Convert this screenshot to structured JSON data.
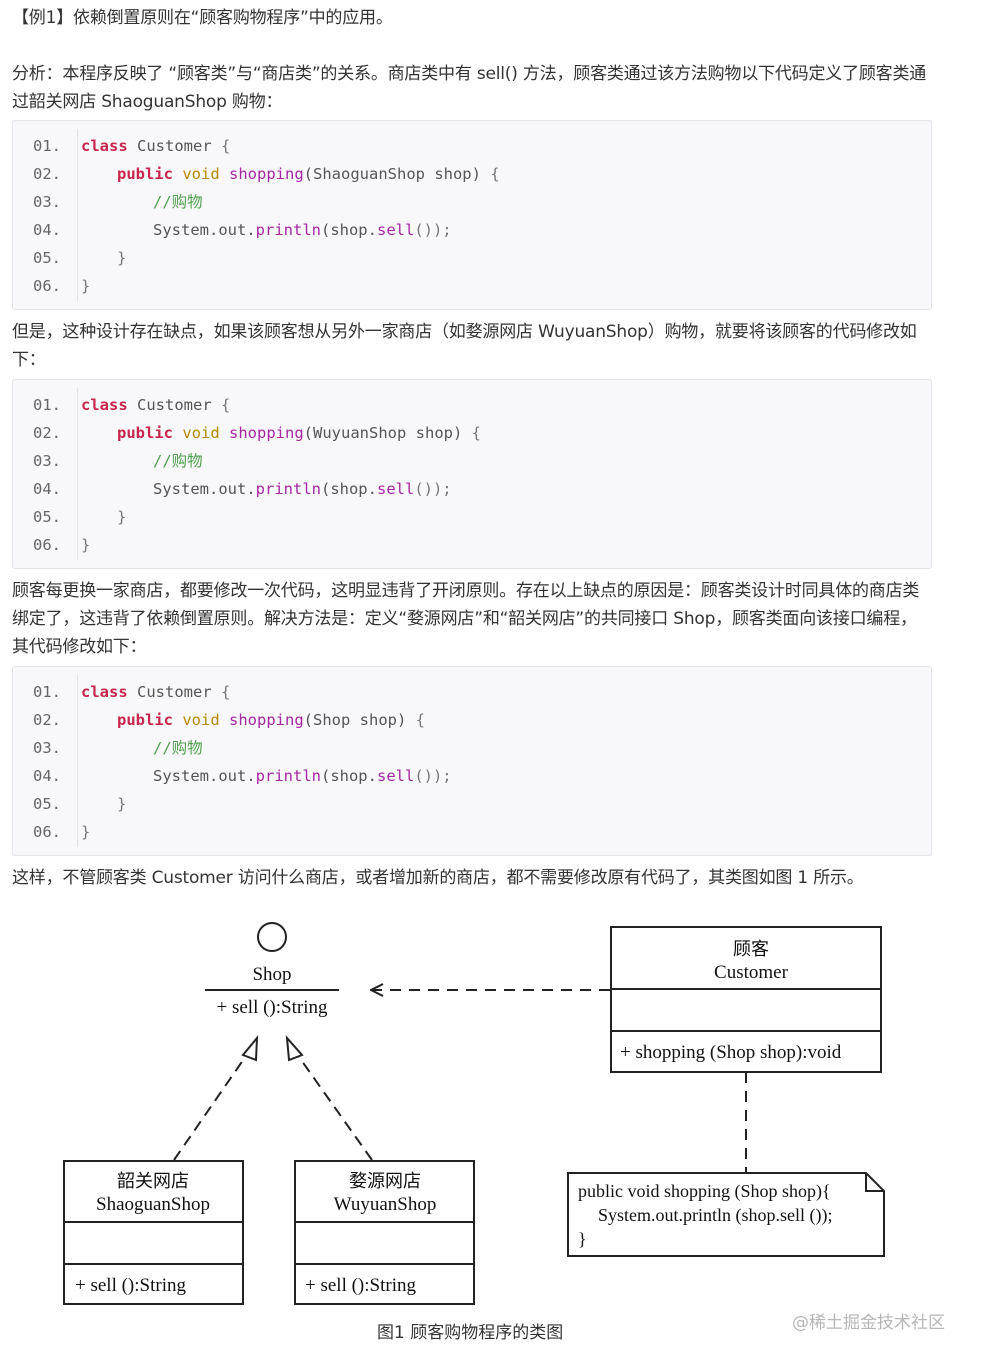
{
  "example_title": "【例1】依赖倒置原则在“顾客购物程序”中的应用。",
  "analysis": "分析：本程序反映了 “顾客类”与“商店类”的关系。商店类中有 sell() 方法，顾客类通过该方法购物以下代码定义了顾客类通过韶关网店 ShaoguanShop 购物：",
  "problem": "但是，这种设计存在缺点，如果该顾客想从另外一家商店（如婺源网店 WuyuanShop）购物，就要将该顾客的代码修改如下：",
  "reason": "顾客每更换一家商店，都要修改一次代码，这明显违背了开闭原则。存在以上缺点的原因是：顾客类设计时同具体的商店类绑定了，这违背了依赖倒置原则。解决方法是：定义“婺源网店”和“韶关网店”的共同接口 Shop，顾客类面向该接口编程，其代码修改如下：",
  "conclusion": "这样，不管顾客类 Customer 访问什么商店，或者增加新的商店，都不需要修改原有代码了，其类图如图 1 所示。",
  "code_block_hint": "",
  "code_blocks": [
    {
      "line_numbers": [
        "01.",
        "02.",
        "03.",
        "04.",
        "05.",
        "06."
      ],
      "kw_class": "class",
      "class_name": " Customer ",
      "open_brace": "{",
      "kw_public": "public",
      "kw_void": "void",
      "method": "shopping",
      "param": "(ShaoguanShop shop) ",
      "comment": "//购物",
      "stmt_prefix": "System.out.",
      "println": "println",
      "stmt_arg": "(shop.",
      "sell": "sell",
      "stmt_end": "());",
      "close_brace": "}"
    },
    {
      "line_numbers": [
        "01.",
        "02.",
        "03.",
        "04.",
        "05.",
        "06."
      ],
      "kw_class": "class",
      "class_name": " Customer ",
      "open_brace": "{",
      "kw_public": "public",
      "kw_void": "void",
      "method": "shopping",
      "param": "(WuyuanShop shop) ",
      "comment": "//购物",
      "stmt_prefix": "System.out.",
      "println": "println",
      "stmt_arg": "(shop.",
      "sell": "sell",
      "stmt_end": "());",
      "close_brace": "}"
    },
    {
      "line_numbers": [
        "01.",
        "02.",
        "03.",
        "04.",
        "05.",
        "06."
      ],
      "kw_class": "class",
      "class_name": " Customer ",
      "open_brace": "{",
      "kw_public": "public",
      "kw_void": "void",
      "method": "shopping",
      "param": "(Shop shop) ",
      "comment": "//购物",
      "stmt_prefix": "System.out.",
      "println": "println",
      "stmt_arg": "(shop.",
      "sell": "sell",
      "stmt_end": "());",
      "close_brace": "}"
    }
  ],
  "diagram": {
    "interface": {
      "name": "Shop",
      "method": "+ sell ():String"
    },
    "customer": {
      "name_cn": "顾客",
      "name_en": "Customer",
      "method": "+ shopping (Shop shop):void"
    },
    "shaoguan": {
      "name_cn": "韶关网店",
      "name_en": "ShaoguanShop",
      "method": "+ sell ():String"
    },
    "wuyuan": {
      "name_cn": "婺源网店",
      "name_en": "WuyuanShop",
      "method": "+ sell ():String"
    },
    "note": {
      "line1": "public void shopping (Shop shop){",
      "line2": "System.out.println (shop.sell ());",
      "line3": "}"
    }
  },
  "caption": "图1 顾客购物程序的类图",
  "watermark": "@稀土掘金技术社区"
}
